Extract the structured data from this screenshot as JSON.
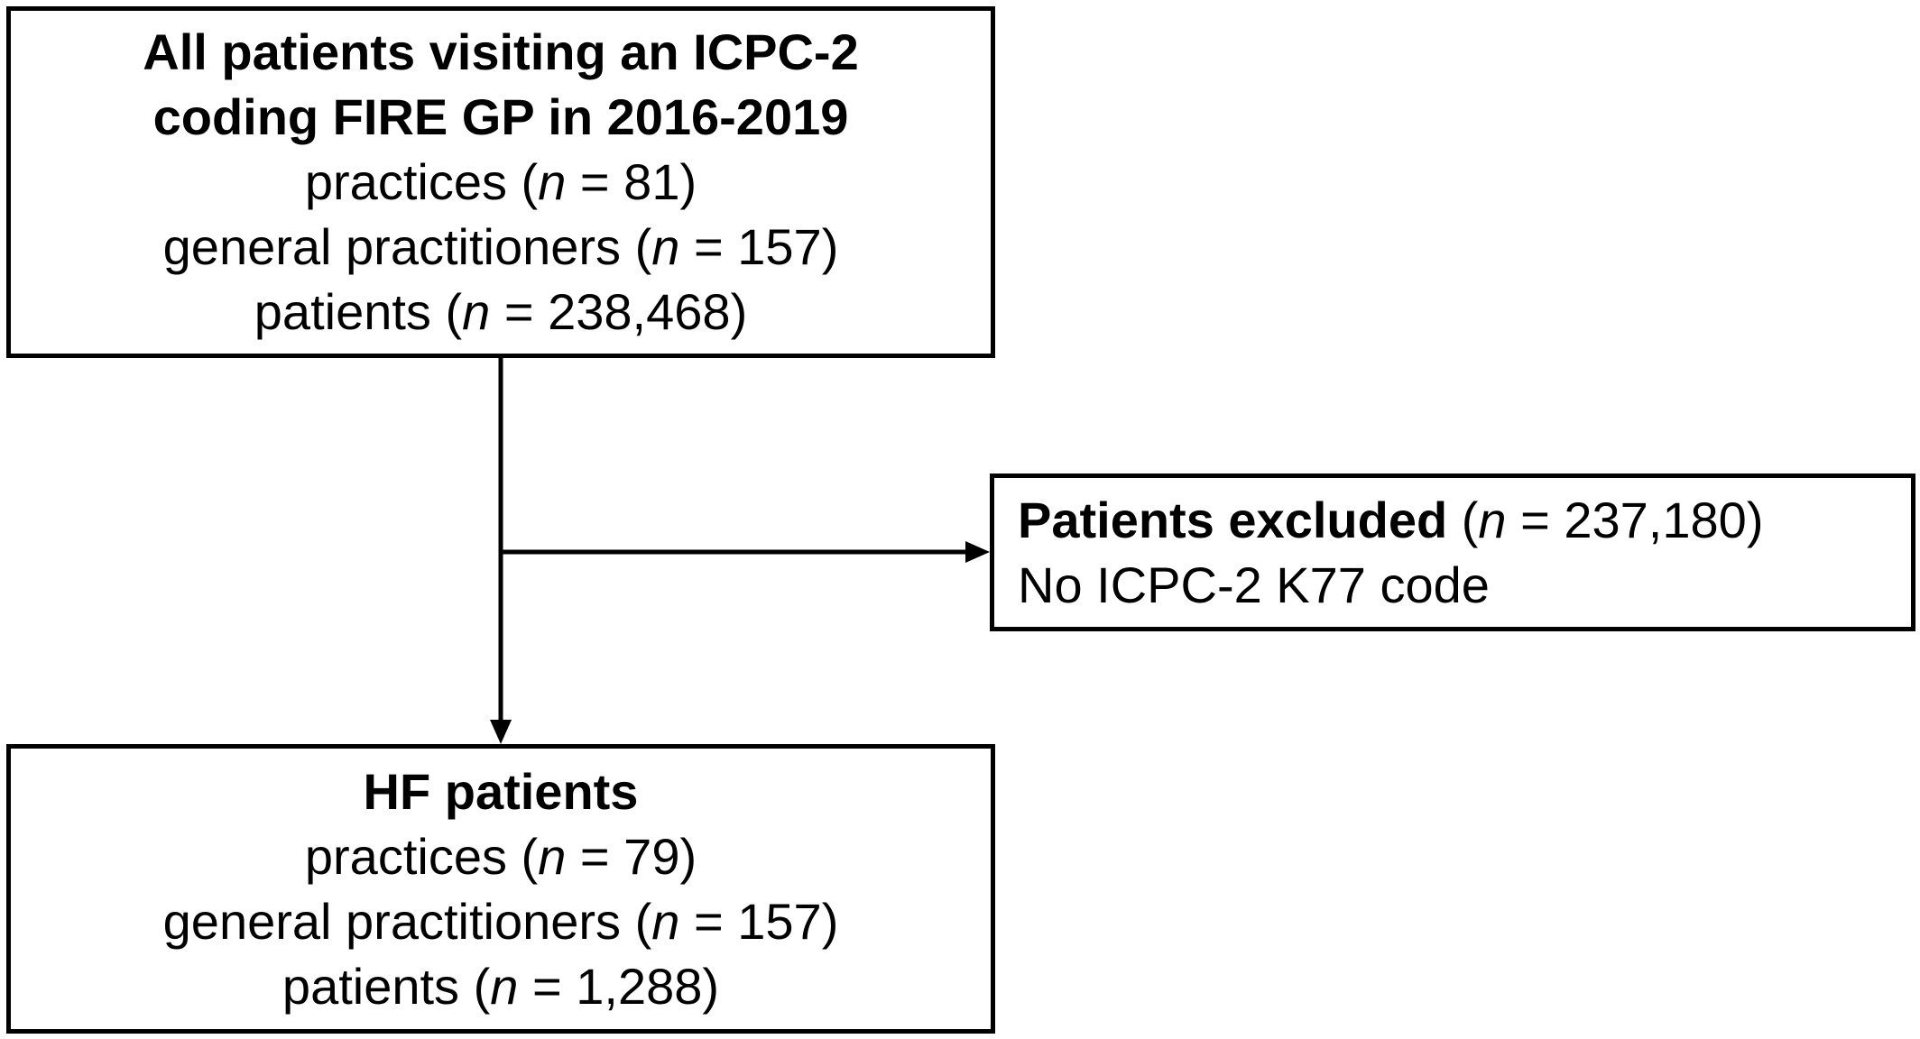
{
  "top_box": {
    "title_line1": "All patients visiting an ICPC-2",
    "title_line2": "coding FIRE GP in 2016-2019",
    "rows": [
      {
        "label": "practices",
        "n_symbol": "n",
        "eq": "=",
        "value": "81"
      },
      {
        "label": "general practitioners",
        "n_symbol": "n",
        "eq": "=",
        "value": "157"
      },
      {
        "label": "patients",
        "n_symbol": "n",
        "eq": "=",
        "value": "238,468"
      }
    ]
  },
  "excluded_box": {
    "title": "Patients excluded",
    "n_symbol": "n",
    "eq": "=",
    "value": "237,180",
    "reason": "No ICPC-2 K77 code"
  },
  "bottom_box": {
    "title": "HF patients",
    "rows": [
      {
        "label": "practices",
        "n_symbol": "n",
        "eq": "=",
        "value": "79"
      },
      {
        "label": "general practitioners",
        "n_symbol": "n",
        "eq": "=",
        "value": "157"
      },
      {
        "label": "patients",
        "n_symbol": "n",
        "eq": "=",
        "value": "1,288"
      }
    ]
  }
}
